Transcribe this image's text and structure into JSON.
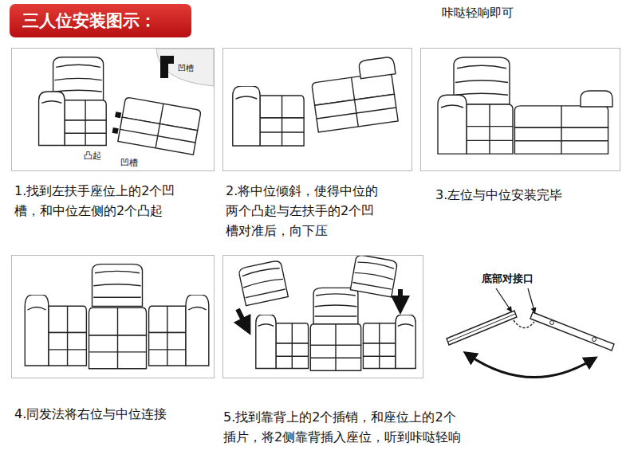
{
  "diagram": {
    "title": "三人位安装图示：",
    "nodes": [
      {
        "text": [
          "1.找到左扶手座位上的2个凹 槽，和中位左侧的2个凸起"
        ]
      },
      {
        "text": [
          "2.将中位倾斜，使得中位的 两个凸起与左扶手的2个凹 槽对准后，向下压"
        ]
      },
      {
        "text": [
          "3.左位与中位安装完毕"
        ]
      },
      {
        "text": [
          "4.同发法将右位与中位连接"
        ]
      },
      {
        "text": [
          "5.找到靠背上的2个插销，和座位上的2个 插片，将2侧靠背插入座位，听到咔哒轻响"
        ]
      }
    ],
    "labels": [
      "咔哒轻响即可",
      "凹槽",
      "凸起",
      "凹槽",
      "底部对接口"
    ]
  }
}
